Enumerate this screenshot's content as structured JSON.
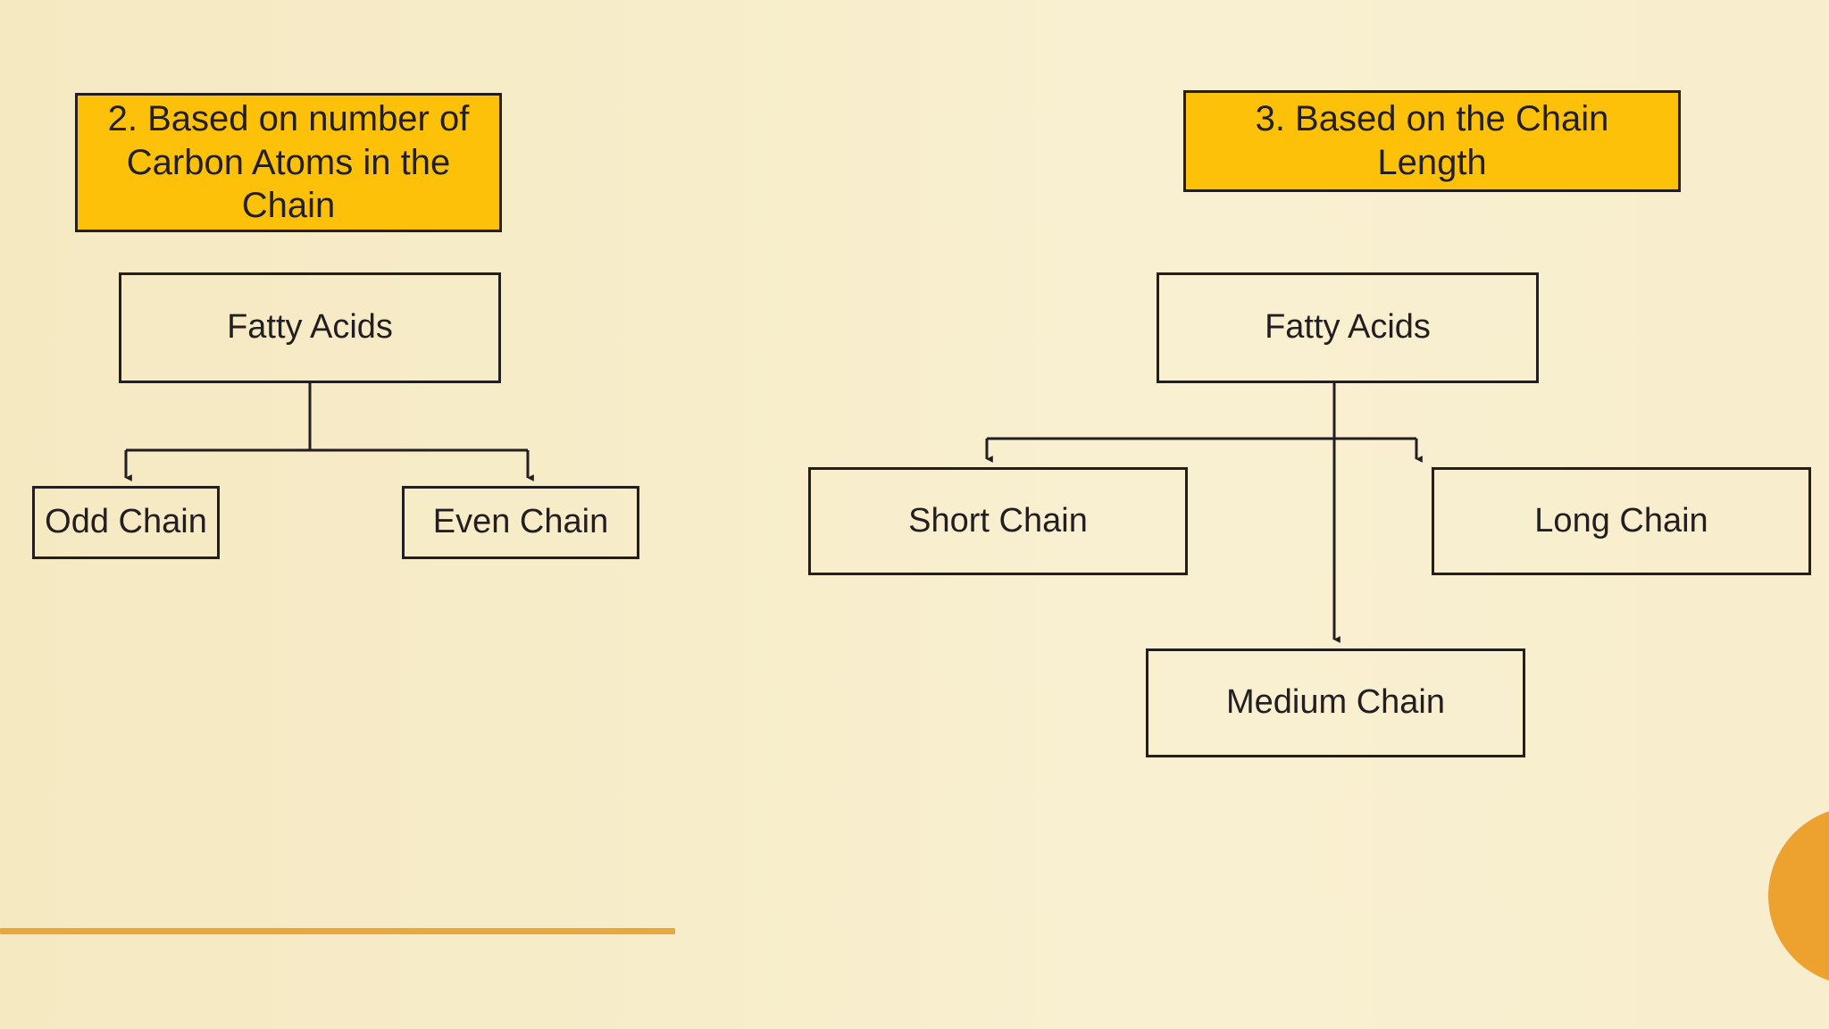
{
  "slide": {
    "background_color": "#f6ebc6",
    "accent_color": "#eda22f",
    "heading_fill": "#fcc108",
    "outline_color": "#231f20"
  },
  "sections": [
    {
      "id": "carbon-atoms",
      "heading": "2. Based on number of Carbon Atoms in the Chain",
      "root": "Fatty Acids",
      "children": [
        {
          "label": "Odd Chain"
        },
        {
          "label": "Even Chain"
        }
      ]
    },
    {
      "id": "chain-length",
      "heading": "3. Based on the Chain Length",
      "root": "Fatty Acids",
      "children": [
        {
          "label": "Short Chain"
        },
        {
          "label": "Long Chain"
        },
        {
          "label": "Medium Chain"
        }
      ]
    }
  ],
  "decorations": {
    "rule_label": "orange-underline-rule",
    "circle_label": "orange-corner-circle"
  }
}
